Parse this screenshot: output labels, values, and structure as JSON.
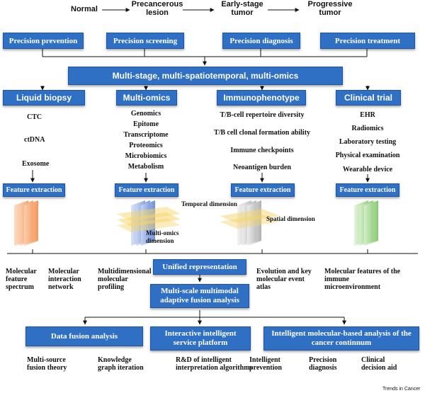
{
  "timeline": [
    "Normal",
    "Precancerous lesion",
    "Early-stage tumor",
    "Progressive tumor"
  ],
  "precision_boxes": [
    "Precision prevention",
    "Precision screening",
    "Precision diagnosis",
    "Precision treatment"
  ],
  "multi_stage_title": "Multi-stage, multi-spatiotemporal, multi-omics",
  "columns": [
    {
      "title": "Liquid biopsy",
      "items": [
        "CTC",
        "ctDNA",
        "Exosome"
      ]
    },
    {
      "title": "Multi-omics",
      "items": [
        "Genomics",
        "Epitome",
        "Transcriptome",
        "Proteomics",
        "Microbiomics",
        "Metabolism"
      ]
    },
    {
      "title": "Immunophenotype",
      "items": [
        "T/B-cell repertoire diversity",
        "T/B cell clonal formation ability",
        "Immune checkpoints",
        "Neoantigen burden"
      ]
    },
    {
      "title": "Clinical trial",
      "items": [
        "EHR",
        "Radiomics",
        "Laboratory testing",
        "Physical examination",
        "Wearable device"
      ]
    }
  ],
  "feature_extraction": "Feature extraction",
  "dimension_labels": {
    "temporal": "Temporal dimension",
    "spatial": "Spatial dimension",
    "multiomics": "Multi-omics dimension"
  },
  "outputs": [
    "Molecular feature spectrum",
    "Molecular interaction network",
    "Multidimensional molecular profiling",
    "Evolution and key molecular event atlas",
    "Molecular features of the immune microenvironment"
  ],
  "unified_representation": "Unified representation",
  "fusion_analysis": "Multi-scale multimodal adaptive fusion analysis",
  "bottom_boxes": [
    "Data fusion analysis",
    "Interactive intelligent service platform",
    "Intelligent molecular-based analysis of the cancer continnum"
  ],
  "bottom_items": [
    "Multi-source fusion theory",
    "Knowledge graph iteration",
    "R&D of intelligent interpretation algorithms",
    "Intelligent prevention",
    "Precision diagnosis",
    "Clinical decision aid"
  ],
  "footer": "Trends in Cancer",
  "colors": {
    "box_blue": "#2f6fc4",
    "orange": "#f28c4a",
    "blue_layer": "#6d8fd6",
    "yellow_layer": "#f5d56a",
    "gray_layer": "#bdbdbd",
    "green_layer": "#8fcf7a"
  }
}
